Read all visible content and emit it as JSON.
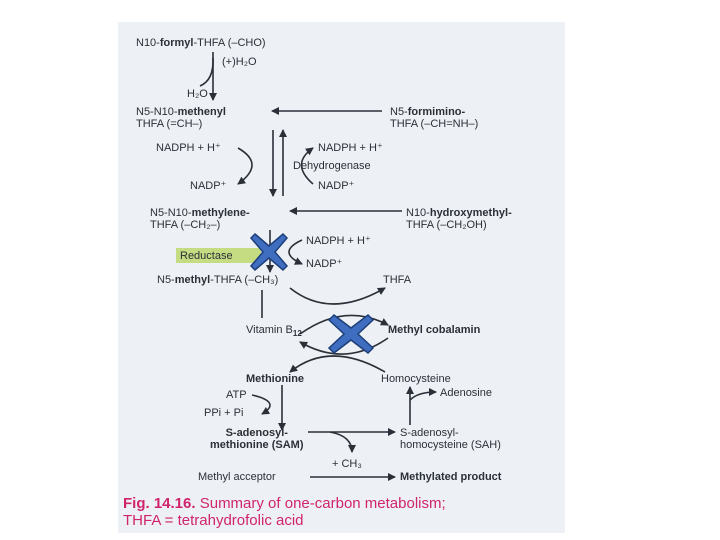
{
  "diagram": {
    "n10_formyl": {
      "prefix": "N10-",
      "bold": "formyl",
      "suffix": "-THFA (–CHO)"
    },
    "plus_h2o": "(+)H₂O",
    "h2o": "H₂O",
    "methenyl": {
      "prefix": "N5-N10-",
      "bold": "methenyl",
      "line2": "THFA (=CH–)"
    },
    "formimino": {
      "prefix": "N5-",
      "bold": "formimino-",
      "line2": "THFA (–CH=NH–)"
    },
    "nadph_h_left": "NADPH + H⁺",
    "nadph_h_right": "NADPH + H⁺",
    "dehydrogenase": "Dehydrogenase",
    "nadp_left": "NADP⁺",
    "nadp_right": "NADP⁺",
    "methylene": {
      "prefix": "N5-N10-",
      "bold": "methylene-",
      "line2": "THFA (–CH₂–)"
    },
    "hydroxymethyl": {
      "prefix": "N10-",
      "bold": "hydroxymethyl-",
      "line2": "THFA (–CH₂OH)"
    },
    "nadph_h_reductase": "NADPH + H⁺",
    "reductase": "Reductase",
    "nadp_reductase": "NADP⁺",
    "n5_methyl": {
      "prefix": "N5-",
      "bold": "methyl",
      "suffix": "-THFA (–CH₃)"
    },
    "thfa": "THFA",
    "vitamin_b12": {
      "text": "Vitamin B",
      "sub": "12"
    },
    "methyl_cobalamin": "Methyl cobalamin",
    "methionine": "Methionine",
    "homocysteine": "Homocysteine",
    "atp": "ATP",
    "adenosine": "Adenosine",
    "ppi_pi": "PPi + Pi",
    "sam": {
      "line1": "S-adenosyl-",
      "line2": "methionine (SAM)"
    },
    "sah": {
      "line1": "S-adenosyl-",
      "line2": "homocysteine (SAH)"
    },
    "plus_ch3": "+ CH₃",
    "methyl_acceptor": "Methyl acceptor",
    "methylated_product": "Methylated product"
  },
  "caption": {
    "fig_number": "Fig. 14.16.",
    "line1": "Summary of one-carbon metabolism;",
    "line2": "THFA = tetrahydrofolic acid"
  },
  "colors": {
    "figure_background": "#edf1f5",
    "text": "#2b2f38",
    "caption": "#d0246c",
    "reductase_highlight": "#c6dc82",
    "block_mark_fill": "#3f6dbf",
    "block_mark_stroke": "#1d3f7a"
  },
  "block_marks": [
    "blocked-reductase-step",
    "blocked-vitamin-b12-step"
  ]
}
